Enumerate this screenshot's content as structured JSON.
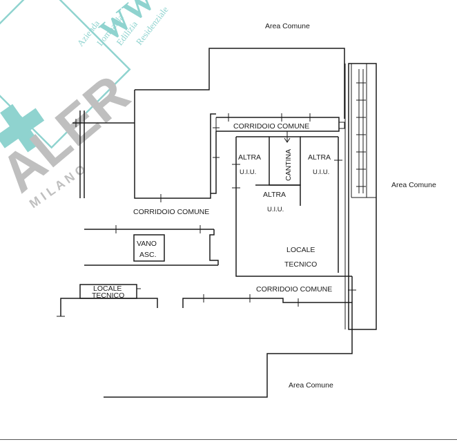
{
  "plan": {
    "labels": {
      "area_comune_top": "Area Comune",
      "area_comune_right": "Area Comune",
      "area_comune_bottom": "Area Comune",
      "corridoio_top": "CORRIDOIO COMUNE",
      "corridoio_left": "CORRIDOIO COMUNE",
      "corridoio_bottom": "CORRIDOIO COMUNE",
      "altra_left_1": "ALTRA",
      "altra_left_2": "U.I.U.",
      "cantina": "CANTINA",
      "altra_right_1": "ALTRA",
      "altra_right_2": "U.I.U.",
      "altra_center_1": "ALTRA",
      "altra_center_2": "U.I.U.",
      "locale_tecnico_1": "LOCALE",
      "locale_tecnico_2": "TECNICO",
      "vano_1": "VANO",
      "vano_2": "ASC.",
      "locale_small_1": "LOCALE",
      "locale_small_2": "TECNICO"
    }
  },
  "watermark": {
    "company_lines": [
      "Azienda",
      "Lombarda",
      "Edilizia",
      "Residenziale"
    ],
    "brand": "ALER",
    "city": "M I L A N O",
    "web": "WW",
    "color": "#8fd3cf"
  }
}
